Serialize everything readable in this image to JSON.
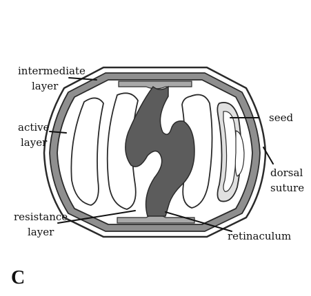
{
  "panel_label": "C",
  "labels": {
    "intermediate_line1": "intermediate",
    "intermediate_line2": "layer",
    "active_line1": "active",
    "active_line2": "layer",
    "resistance_line1": "resistance",
    "resistance_line2": "layer",
    "seed": "seed",
    "dorsal_line1": "dorsal",
    "dorsal_line2": "suture",
    "retinaculum": "retinaculum"
  },
  "colors": {
    "background": "#ffffff",
    "outline": "#2a2a2a",
    "active_layer": "#8f8f8f",
    "inner_band": "#a9a9a9",
    "cavity": "#ffffff",
    "retinaculum": "#5c5c5c",
    "seed_fill": "#ffffff",
    "seed_band": "#e0e0e0"
  }
}
